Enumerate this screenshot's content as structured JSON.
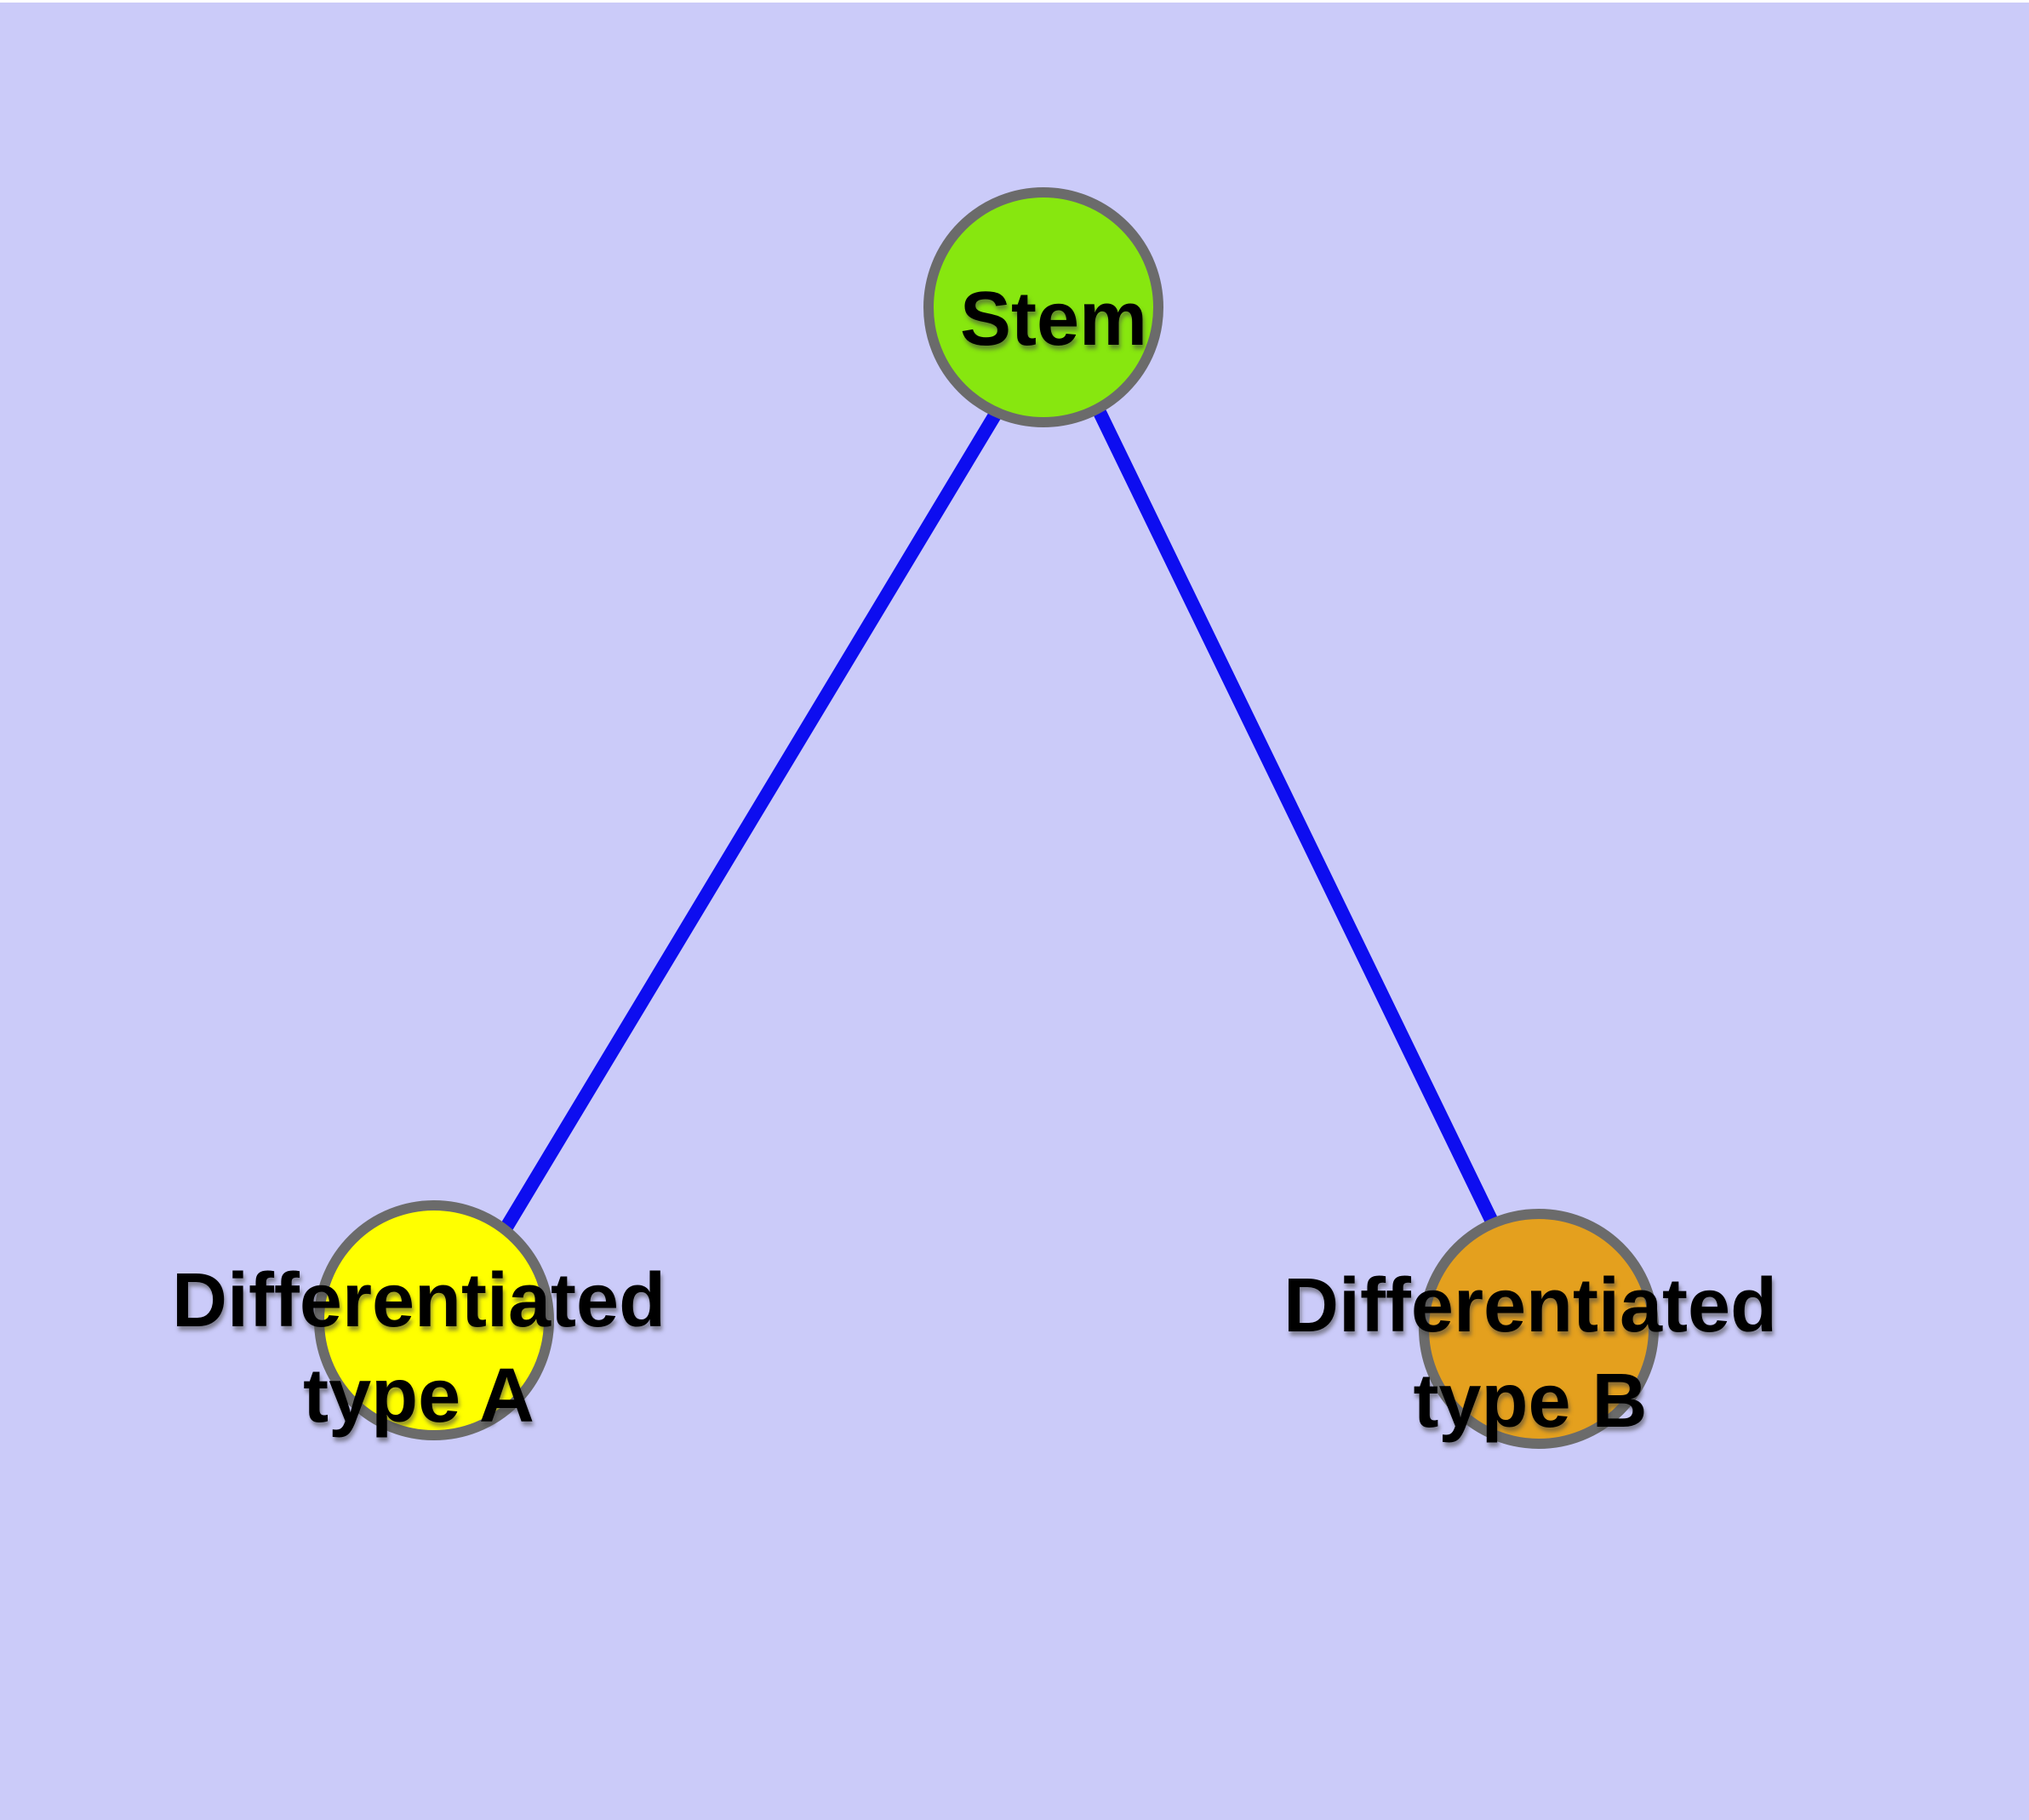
{
  "colors": {
    "background": "#CBCBF9",
    "top_strip": "#FFFFFF",
    "node_border": "#6B6B6B",
    "node_stem": "#87E70F",
    "node_type_a": "#FFFF00",
    "node_type_b": "#E4A01E",
    "edge": "#0D0DF0",
    "label": "#000000"
  },
  "diagram": {
    "type": "node-link-graph",
    "nodes": [
      {
        "id": "stem",
        "label": "Stem",
        "shape": "circle",
        "fill": "#87E70F"
      },
      {
        "id": "differentiated-type-a",
        "label": "Differentiated\ntype A",
        "shape": "circle",
        "fill": "#FFFF00"
      },
      {
        "id": "differentiated-type-b",
        "label": "Differentiated\ntype B",
        "shape": "circle",
        "fill": "#E4A01E"
      }
    ],
    "edges": [
      {
        "from": "stem",
        "to": "differentiated-type-a",
        "style": "solid"
      },
      {
        "from": "stem",
        "to": "differentiated-type-b",
        "style": "solid"
      }
    ]
  }
}
